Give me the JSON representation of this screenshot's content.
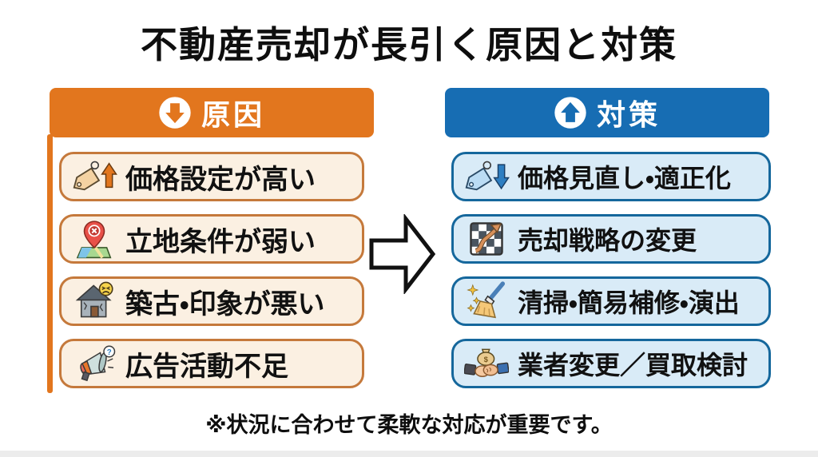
{
  "title": "不動産売却が長引く原因と対策",
  "footer_note": "※状況に合わせて柔軟な対応が重要です。",
  "arrow": {
    "direction": "right",
    "meaning": "causes-to-solutions"
  },
  "causes": {
    "header": "原因",
    "header_icon": "down-arrow-circle",
    "items": [
      {
        "label": "価格設定が高い",
        "icon": "price-tag-up"
      },
      {
        "label": "立地条件が弱い",
        "icon": "map-pin-x"
      },
      {
        "label": "築古・印象が悪い",
        "icon": "old-house-sad"
      },
      {
        "label": "広告活動不足",
        "icon": "megaphone-question"
      }
    ]
  },
  "solutions": {
    "header": "対策",
    "header_icon": "up-arrow-circle",
    "items": [
      {
        "label": "価格見直し・適正化",
        "icon": "price-tag-down"
      },
      {
        "label": "売却戦略の変更",
        "icon": "strategy-checkerboard-arrow"
      },
      {
        "label": "清掃・簡易補修・演出",
        "icon": "broom-sparkles"
      },
      {
        "label": "業者変更／買取検討",
        "icon": "handshake-money-bag"
      }
    ]
  },
  "colors": {
    "cause_accent": "#E2761E",
    "cause_item_bg": "#FBF0E2",
    "cause_item_border": "#C5793B",
    "solution_accent": "#176DB3",
    "solution_item_bg": "#D9EBF7",
    "solution_item_border": "#15679C",
    "text": "#0E0E0E",
    "background": "#FFFFFF"
  }
}
